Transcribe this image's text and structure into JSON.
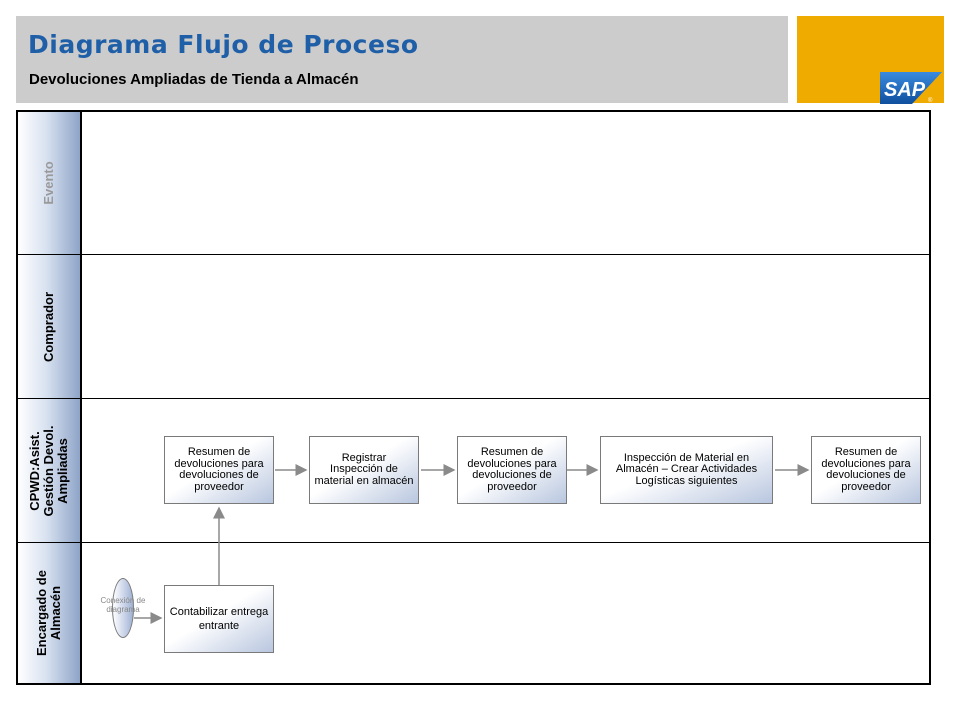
{
  "header": {
    "title": "Diagrama Flujo de Proceso",
    "subtitle": "Devoluciones Ampliadas de Tienda a Almacén",
    "logo_text": "SAP"
  },
  "lanes": [
    {
      "label": "Evento"
    },
    {
      "label": "Comprador"
    },
    {
      "label_lines": [
        "CPWD:Asist.",
        "Gestión Devol.",
        "Ampliadas"
      ]
    },
    {
      "label_lines": [
        "Encargado de",
        "Almacén"
      ]
    }
  ],
  "steps": {
    "summary1": "Resumen de devoluciones para devoluciones de proveedor",
    "register": "Registrar Inspección de material en almacén",
    "summary2": "Resumen de devoluciones para devoluciones de proveedor",
    "inspection": "Inspección de Material en Almacén – Crear Actividades Logísticas siguientes",
    "summary3": "Resumen de devoluciones para devoluciones de proveedor",
    "post_receipt": "Contabilizar entrega entrante"
  },
  "connector": {
    "label": "Conexión de diagrama"
  },
  "colors": {
    "title": "#1f5fa8",
    "header_bg": "#cccccc",
    "logo_bg": "#f0ab00",
    "sap_blue": "#1f5fa8"
  }
}
